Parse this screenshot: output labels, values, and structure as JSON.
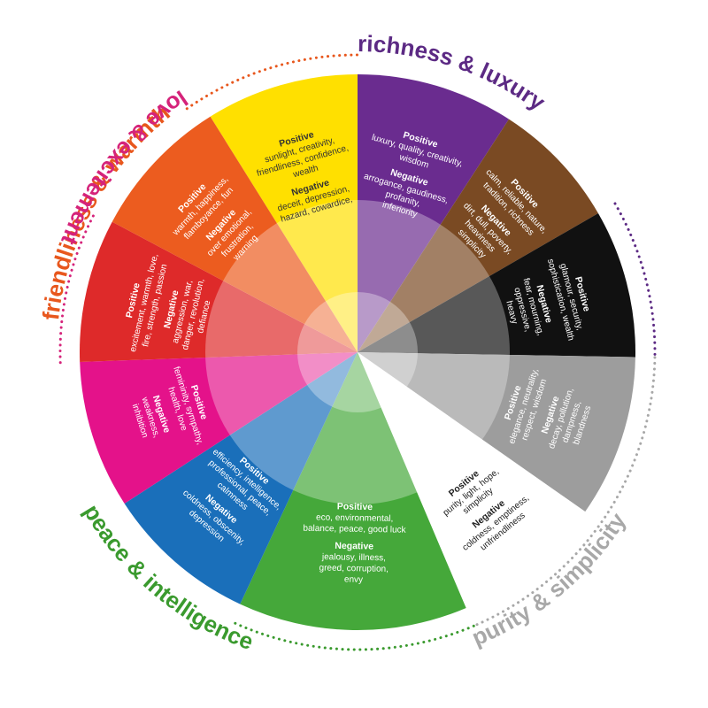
{
  "groups": [
    {
      "id": "friendliness",
      "label": "friendliness & warmth",
      "color": "#e8571d"
    },
    {
      "id": "richness",
      "label": "richness & luxury",
      "color": "#5c2a84"
    },
    {
      "id": "purity",
      "label": "purity & simplicity",
      "color": "#a8a8a8"
    },
    {
      "id": "peace",
      "label": "peace & intelligence",
      "color": "#3a9a2e"
    },
    {
      "id": "love",
      "label": "love & excitement",
      "color": "#d5237a"
    }
  ],
  "segments": [
    {
      "id": "yellow",
      "name": "yellow",
      "color": "#ffe000",
      "text": "#333333",
      "positive_heading": "Positive",
      "positive": [
        "sunlight, creativity,",
        "friendliness, confidence,",
        "wealth"
      ],
      "negative_heading": "Negative",
      "negative": [
        "deceit, depression,",
        "hazard, cowardice,"
      ]
    },
    {
      "id": "purple",
      "name": "purple",
      "color": "#6a2c8f",
      "text": "#ffffff",
      "positive_heading": "Positive",
      "positive": [
        "luxury, quality, creativity,",
        "wisdom"
      ],
      "negative_heading": "Negative",
      "negative": [
        "arrogance, gaudiness,",
        "profanity,",
        "inferiority"
      ]
    },
    {
      "id": "brown",
      "name": "brown",
      "color": "#7a4a23",
      "text": "#ffffff",
      "positive_heading": "Positive",
      "positive": [
        "calm, reliable, nature,",
        "tradition, richness"
      ],
      "negative_heading": "Negative",
      "negative": [
        "dirt, dull, poverty,",
        "heaviness",
        "simplicity"
      ]
    },
    {
      "id": "black",
      "name": "black",
      "color": "#111111",
      "text": "#ffffff",
      "positive_heading": "Positive",
      "positive": [
        "glamour, security,",
        "sophistication, wealth"
      ],
      "negative_heading": "Negative",
      "negative": [
        "fear, mourning,",
        "oppressive,",
        "heavy"
      ]
    },
    {
      "id": "grey",
      "name": "grey",
      "color": "#9d9d9d",
      "text": "#ffffff",
      "positive_heading": "Positive",
      "positive": [
        "elegance, neutrality,",
        "respect, wisdom"
      ],
      "negative_heading": "Negative",
      "negative": [
        "decay, pollution,",
        "dampness,",
        "blandness"
      ]
    },
    {
      "id": "white",
      "name": "white",
      "color": "#ffffff",
      "text": "#222222",
      "positive_heading": "Positive",
      "positive": [
        "purity, light, hope,",
        "simplicity"
      ],
      "negative_heading": "Negative",
      "negative": [
        "coldness, emptiness,",
        "unfriendliness"
      ]
    },
    {
      "id": "green",
      "name": "green",
      "color": "#45a83a",
      "text": "#ffffff",
      "positive_heading": "Positive",
      "positive": [
        "eco, environmental,",
        "balance, peace, good luck"
      ],
      "negative_heading": "Negative",
      "negative": [
        "jealousy, illness,",
        "greed, corruption,",
        "envy"
      ]
    },
    {
      "id": "blue",
      "name": "blue",
      "color": "#1a6fba",
      "text": "#ffffff",
      "positive_heading": "Positive",
      "positive": [
        "efficiency, intelligence,",
        "professional, peace,",
        "calmness"
      ],
      "negative_heading": "Negative",
      "negative": [
        "coldness, obscenity,",
        "depression"
      ]
    },
    {
      "id": "pink",
      "name": "pink",
      "color": "#e4128a",
      "text": "#ffffff",
      "positive_heading": "Positive",
      "positive": [
        "femininity, sympathy,",
        "health, love"
      ],
      "negative_heading": "Negative",
      "negative": [
        "weakness,",
        "inhibition"
      ]
    },
    {
      "id": "red",
      "name": "red",
      "color": "#de2a2a",
      "text": "#ffffff",
      "positive_heading": "Positive",
      "positive": [
        "excitement, warmth, love,",
        "fire, strength, passion"
      ],
      "negative_heading": "Negative",
      "negative": [
        "aggression, war,",
        "danger, revolution,",
        "defiance"
      ]
    },
    {
      "id": "orange",
      "name": "orange",
      "color": "#ec5c1f",
      "text": "#ffffff",
      "positive_heading": "Positive",
      "positive": [
        "warmth, happiness,",
        "flamboyance, fun"
      ],
      "negative_heading": "Negative",
      "negative": [
        "over emotional,",
        "frustration,",
        "warning"
      ]
    }
  ]
}
